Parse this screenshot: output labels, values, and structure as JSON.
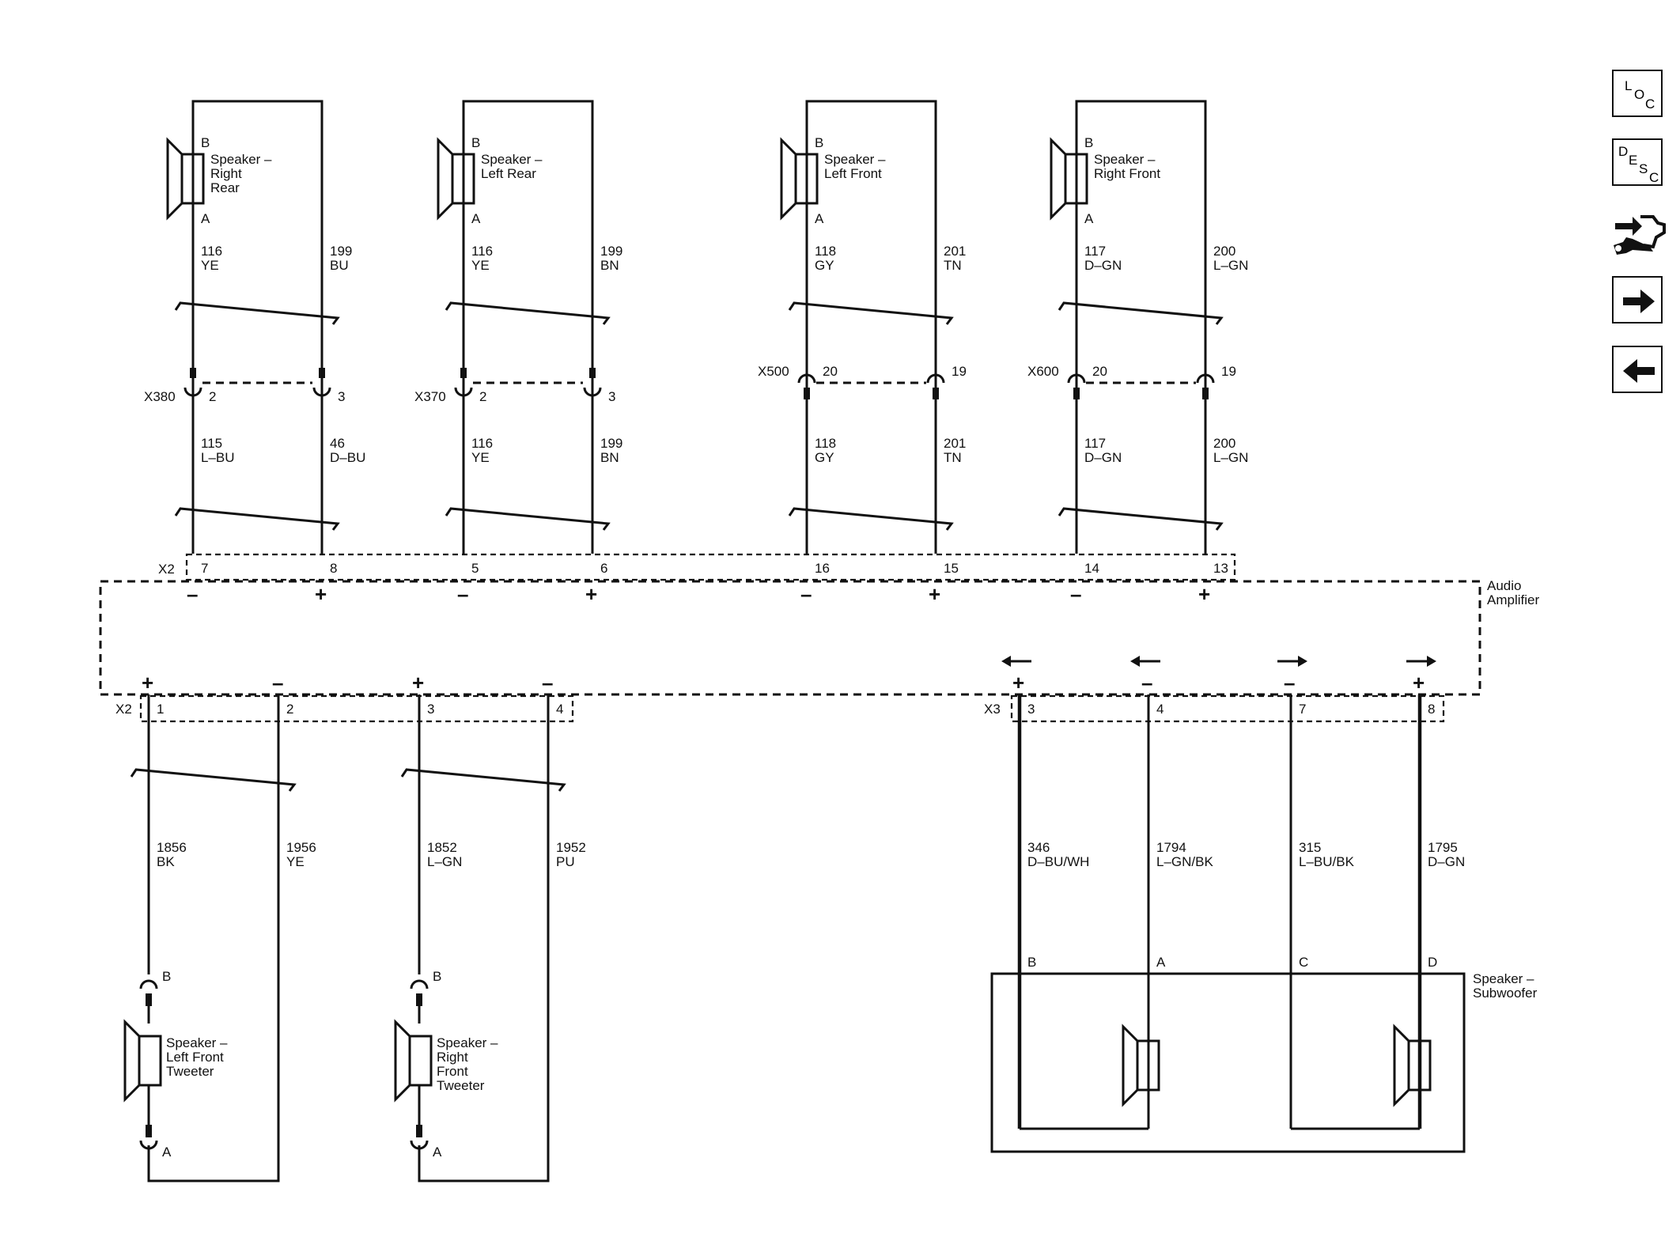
{
  "nav": {
    "loc": [
      "L",
      "O",
      "C"
    ],
    "desc": [
      "D",
      "E",
      "S",
      "C"
    ]
  },
  "columns": [
    {
      "speaker": [
        "Speaker –",
        "Right",
        "Rear"
      ],
      "pinB": "B",
      "pinA": "A",
      "upperL": {
        "ckt": "116",
        "color": "YE"
      },
      "upperR": {
        "ckt": "199",
        "color": "BU"
      },
      "conn": "X380",
      "connPinL": "2",
      "connPinR": "3",
      "lowerL": {
        "ckt": "115",
        "color": "L–BU"
      },
      "lowerR": {
        "ckt": "46",
        "color": "D–BU"
      },
      "ampPinL": "7",
      "ampPinR": "8",
      "polL": "–",
      "polR": "+"
    },
    {
      "speaker": [
        "Speaker –",
        "Left Rear"
      ],
      "pinB": "B",
      "pinA": "A",
      "upperL": {
        "ckt": "116",
        "color": "YE"
      },
      "upperR": {
        "ckt": "199",
        "color": "BN"
      },
      "conn": "X370",
      "connPinL": "2",
      "connPinR": "3",
      "lowerL": {
        "ckt": "116",
        "color": "YE"
      },
      "lowerR": {
        "ckt": "199",
        "color": "BN"
      },
      "ampPinL": "5",
      "ampPinR": "6",
      "polL": "–",
      "polR": "+"
    },
    {
      "speaker": [
        "Speaker –",
        "Left Front"
      ],
      "pinB": "B",
      "pinA": "A",
      "upperL": {
        "ckt": "118",
        "color": "GY"
      },
      "upperR": {
        "ckt": "201",
        "color": "TN"
      },
      "conn": "X500",
      "connPinL": "20",
      "connPinR": "19",
      "lowerL": {
        "ckt": "118",
        "color": "GY"
      },
      "lowerR": {
        "ckt": "201",
        "color": "TN"
      },
      "ampPinL": "16",
      "ampPinR": "15",
      "polL": "–",
      "polR": "+"
    },
    {
      "speaker": [
        "Speaker –",
        "Right Front"
      ],
      "pinB": "B",
      "pinA": "A",
      "upperL": {
        "ckt": "117",
        "color": "D–GN"
      },
      "upperR": {
        "ckt": "200",
        "color": "L–GN"
      },
      "conn": "X600",
      "connPinL": "20",
      "connPinR": "19",
      "lowerL": {
        "ckt": "117",
        "color": "D–GN"
      },
      "lowerR": {
        "ckt": "200",
        "color": "L–GN"
      },
      "ampPinL": "14",
      "ampPinR": "13",
      "polL": "–",
      "polR": "+"
    }
  ],
  "amplifier": {
    "name": [
      "Audio",
      "Amplifier"
    ],
    "connTop": "X2",
    "connBottomLeft": "X2",
    "connBottomRight": "X3"
  },
  "tweeters": [
    {
      "ampPinL": "1",
      "ampPinR": "2",
      "polL": "+",
      "polR": "–",
      "wireL": {
        "ckt": "1856",
        "color": "BK"
      },
      "wireR": {
        "ckt": "1956",
        "color": "YE"
      },
      "pinB": "B",
      "pinA": "A",
      "speaker": [
        "Speaker –",
        "Left Front",
        "Tweeter"
      ]
    },
    {
      "ampPinL": "3",
      "ampPinR": "4",
      "polL": "+",
      "polR": "–",
      "wireL": {
        "ckt": "1852",
        "color": "L–GN"
      },
      "wireR": {
        "ckt": "1952",
        "color": "PU"
      },
      "pinB": "B",
      "pinA": "A",
      "speaker": [
        "Speaker –",
        "Right",
        "Front",
        "Tweeter"
      ]
    }
  ],
  "subwoofer": {
    "name": [
      "Speaker –",
      "Subwoofer"
    ],
    "wires": [
      {
        "ampPin": "3",
        "pol": "+",
        "ckt": "346",
        "color": "D–BU/WH",
        "pin": "B"
      },
      {
        "ampPin": "4",
        "pol": "–",
        "ckt": "1794",
        "color": "L–GN/BK",
        "pin": "A"
      },
      {
        "ampPin": "7",
        "pol": "–",
        "ckt": "315",
        "color": "L–BU/BK",
        "pin": "C"
      },
      {
        "ampPin": "8",
        "pol": "+",
        "ckt": "1795",
        "color": "D–GN",
        "pin": "D"
      }
    ]
  }
}
